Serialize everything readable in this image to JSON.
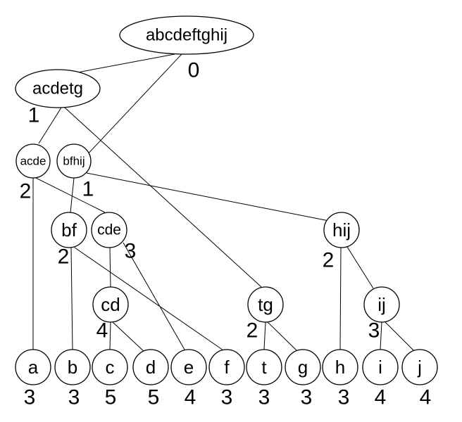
{
  "nodes": [
    {
      "id": "abcdeftghij",
      "label": "abcdeftghij",
      "level": "0",
      "shape": "ellipse"
    },
    {
      "id": "acdetg",
      "label": "acdetg",
      "level": "1",
      "shape": "ellipse"
    },
    {
      "id": "acde",
      "label": "acde",
      "level": "2",
      "shape": "circle"
    },
    {
      "id": "bfhij",
      "label": "bfhij",
      "level": "1",
      "shape": "circle"
    },
    {
      "id": "bf",
      "label": "bf",
      "level": "2",
      "shape": "circle"
    },
    {
      "id": "cde",
      "label": "cde",
      "level": "3",
      "shape": "circle"
    },
    {
      "id": "hij",
      "label": "hij",
      "level": "2",
      "shape": "circle"
    },
    {
      "id": "cd",
      "label": "cd",
      "level": "4",
      "shape": "circle"
    },
    {
      "id": "tg",
      "label": "tg",
      "level": "2",
      "shape": "circle"
    },
    {
      "id": "ij",
      "label": "ij",
      "level": "3",
      "shape": "circle"
    },
    {
      "id": "a",
      "label": "a",
      "level": "3",
      "shape": "circle"
    },
    {
      "id": "b",
      "label": "b",
      "level": "3",
      "shape": "circle"
    },
    {
      "id": "c",
      "label": "c",
      "level": "5",
      "shape": "circle"
    },
    {
      "id": "d",
      "label": "d",
      "level": "5",
      "shape": "circle"
    },
    {
      "id": "e",
      "label": "e",
      "level": "4",
      "shape": "circle"
    },
    {
      "id": "f",
      "label": "f",
      "level": "3",
      "shape": "circle"
    },
    {
      "id": "t",
      "label": "t",
      "level": "3",
      "shape": "circle"
    },
    {
      "id": "g",
      "label": "g",
      "level": "3",
      "shape": "circle"
    },
    {
      "id": "h",
      "label": "h",
      "level": "3",
      "shape": "circle"
    },
    {
      "id": "i",
      "label": "i",
      "level": "4",
      "shape": "circle"
    },
    {
      "id": "j",
      "label": "j",
      "level": "4",
      "shape": "circle"
    }
  ],
  "edges": [
    {
      "from": "abcdeftghij",
      "to": "acdetg"
    },
    {
      "from": "abcdeftghij",
      "to": "bfhij"
    },
    {
      "from": "acdetg",
      "to": "acde"
    },
    {
      "from": "acdetg",
      "to": "tg"
    },
    {
      "from": "acde",
      "to": "a"
    },
    {
      "from": "acde",
      "to": "cde"
    },
    {
      "from": "bfhij",
      "to": "bf"
    },
    {
      "from": "bfhij",
      "to": "hij"
    },
    {
      "from": "bf",
      "to": "b"
    },
    {
      "from": "bf",
      "to": "f"
    },
    {
      "from": "cde",
      "to": "cd"
    },
    {
      "from": "cde",
      "to": "e"
    },
    {
      "from": "cd",
      "to": "c"
    },
    {
      "from": "cd",
      "to": "d"
    },
    {
      "from": "tg",
      "to": "t"
    },
    {
      "from": "tg",
      "to": "g"
    },
    {
      "from": "hij",
      "to": "h"
    },
    {
      "from": "hij",
      "to": "ij"
    },
    {
      "from": "ij",
      "to": "i"
    },
    {
      "from": "ij",
      "to": "j"
    }
  ]
}
